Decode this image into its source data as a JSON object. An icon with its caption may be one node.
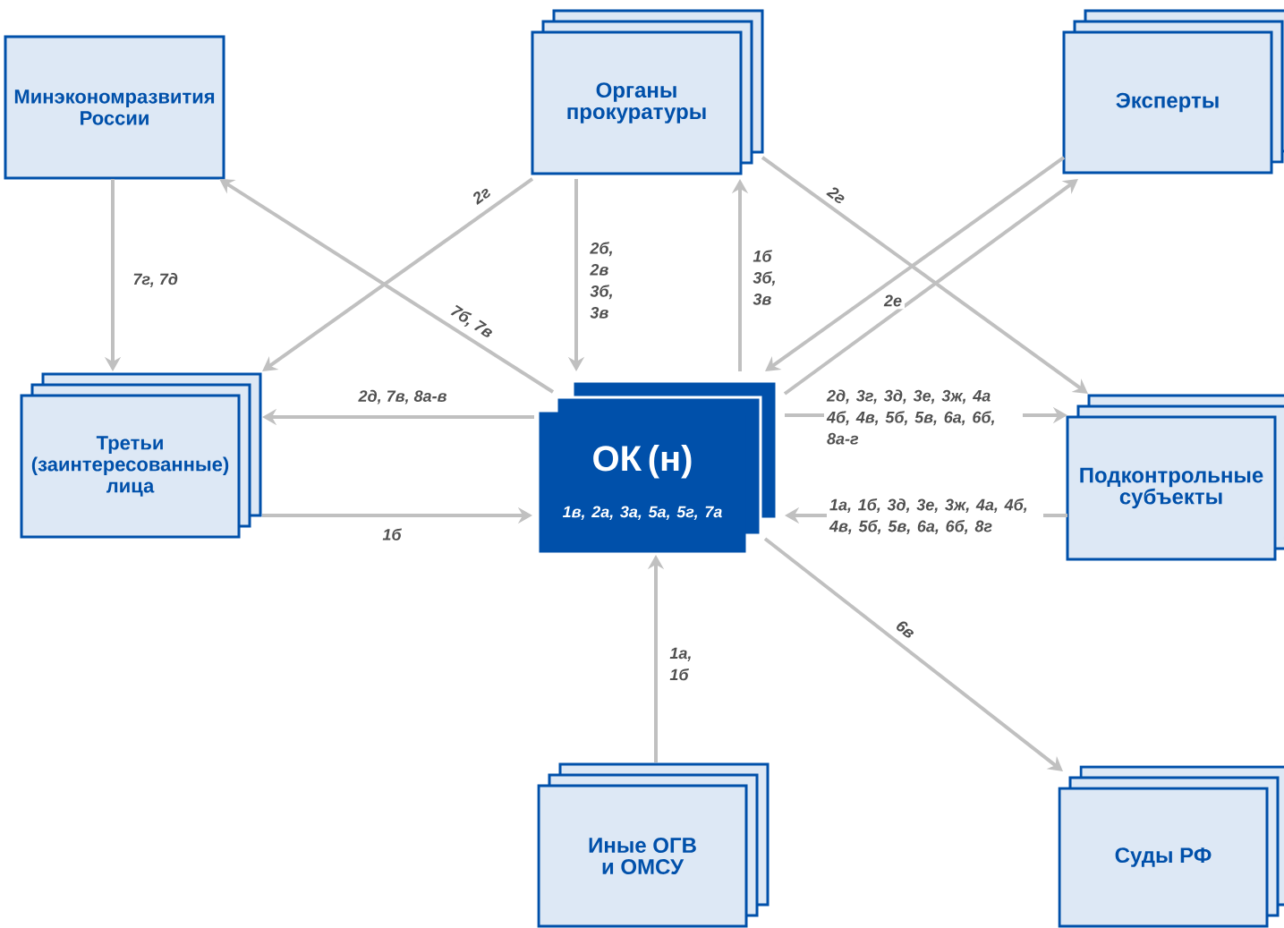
{
  "diagram": {
    "nodes": [
      {
        "text": [
          "Минэкономразвития России"
        ]
      },
      {
        "text": [
          "Органы прокуратуры"
        ]
      },
      {
        "text": [
          "Эксперты"
        ]
      },
      {
        "text": [
          "Третьи (заинтересованные) лица"
        ]
      },
      {
        "text": [
          "ОК (н)",
          "1в, 2а, 3а, 5а, 5г, 7а"
        ]
      },
      {
        "text": [
          "Подконтрольные субъекты"
        ]
      },
      {
        "text": [
          "Иные ОГВ и ОМСУ"
        ]
      },
      {
        "text": [
          "Суды РФ"
        ]
      }
    ],
    "edges": [
      {
        "from": 0,
        "to": 3,
        "arrow": "to",
        "label": "7г, 7д"
      },
      {
        "from": 1,
        "to": 3,
        "arrow": "to",
        "label": "2г"
      },
      {
        "from": 4,
        "to": 0,
        "arrow": "to",
        "label": "7б, 7в"
      },
      {
        "from": 1,
        "to": 4,
        "arrow": "to",
        "label": "2б, 2в 3б, 3в"
      },
      {
        "from": 4,
        "to": 1,
        "arrow": "to",
        "label": "1б 3б, 3в"
      },
      {
        "from": 1,
        "to": 5,
        "arrow": "to",
        "label": "2г"
      },
      {
        "from": 2,
        "to": 4,
        "arrow": "to"
      },
      {
        "from": 4,
        "to": 2,
        "arrow": "to",
        "label": "2е"
      },
      {
        "from": 4,
        "to": 3,
        "arrow": "to",
        "label": "2д, 7в, 8а-в"
      },
      {
        "from": 3,
        "to": 4,
        "arrow": "to",
        "label": "1б"
      },
      {
        "from": 4,
        "to": 5,
        "arrow": "to",
        "label": "2д, 3г, 3д, 3е, 3ж, 4а 4б, 4в, 5б, 5в, 6а, 6б, 8а-г"
      },
      {
        "from": 5,
        "to": 4,
        "arrow": "to",
        "label": "1а, 1б, 3д, 3е, 3ж, 4а, 4б, 4в, 5б, 5в, 6а, 6б, 8г"
      },
      {
        "from": 6,
        "to": 4,
        "arrow": "to",
        "label": "1а, 1б"
      },
      {
        "from": 4,
        "to": 7,
        "arrow": "to",
        "label": "6в"
      }
    ]
  }
}
